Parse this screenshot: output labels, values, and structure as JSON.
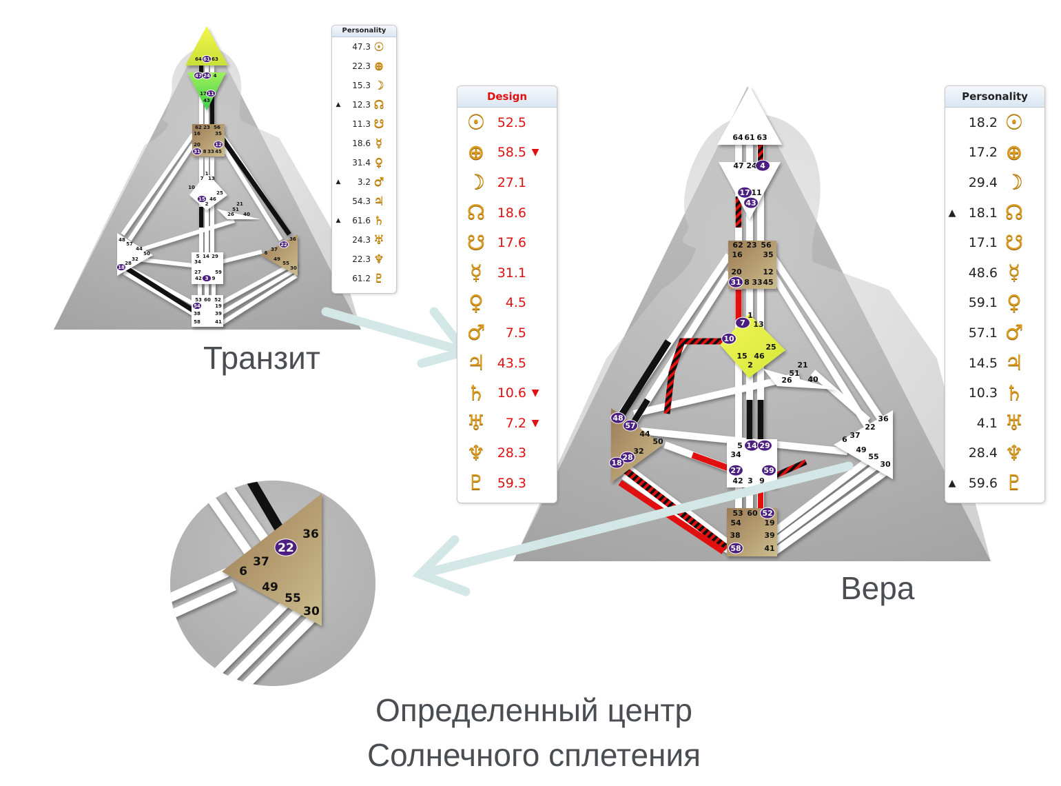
{
  "captions": {
    "transit": "Транзит",
    "vera": "Вера",
    "defined_center_line1": "Определенный центр",
    "defined_center_line2": "Солнечного сплетения"
  },
  "transit_personality": {
    "title": "Personality",
    "rows": [
      {
        "value": "47.3",
        "glyph": "☉",
        "mark": ""
      },
      {
        "value": "22.3",
        "glyph": "⊕",
        "mark": ""
      },
      {
        "value": "15.3",
        "glyph": "☽",
        "mark": ""
      },
      {
        "value": "12.3",
        "glyph": "☊",
        "mark": "▲"
      },
      {
        "value": "11.3",
        "glyph": "☋",
        "mark": ""
      },
      {
        "value": "18.6",
        "glyph": "☿",
        "mark": ""
      },
      {
        "value": "31.4",
        "glyph": "♀",
        "mark": ""
      },
      {
        "value": "3.2",
        "glyph": "♂",
        "mark": "▲"
      },
      {
        "value": "54.3",
        "glyph": "♃",
        "mark": ""
      },
      {
        "value": "61.6",
        "glyph": "♄",
        "mark": "▲"
      },
      {
        "value": "24.3",
        "glyph": "♅",
        "mark": ""
      },
      {
        "value": "22.3",
        "glyph": "♆",
        "mark": ""
      },
      {
        "value": "61.2",
        "glyph": "♇",
        "mark": ""
      }
    ]
  },
  "design": {
    "title": "Design",
    "rows": [
      {
        "value": "52.5",
        "glyph": "☉",
        "mark": ""
      },
      {
        "value": "58.5",
        "glyph": "⊕",
        "mark": "▼"
      },
      {
        "value": "27.1",
        "glyph": "☽",
        "mark": ""
      },
      {
        "value": "18.6",
        "glyph": "☊",
        "mark": ""
      },
      {
        "value": "17.6",
        "glyph": "☋",
        "mark": ""
      },
      {
        "value": "31.1",
        "glyph": "☿",
        "mark": ""
      },
      {
        "value": "4.5",
        "glyph": "♀",
        "mark": ""
      },
      {
        "value": "7.5",
        "glyph": "♂",
        "mark": ""
      },
      {
        "value": "43.5",
        "glyph": "♃",
        "mark": ""
      },
      {
        "value": "10.6",
        "glyph": "♄",
        "mark": "▼"
      },
      {
        "value": "7.2",
        "glyph": "♅",
        "mark": "▼"
      },
      {
        "value": "28.3",
        "glyph": "♆",
        "mark": ""
      },
      {
        "value": "59.3",
        "glyph": "♇",
        "mark": ""
      }
    ]
  },
  "personality": {
    "title": "Personality",
    "rows": [
      {
        "value": "18.2",
        "glyph": "☉",
        "mark": ""
      },
      {
        "value": "17.2",
        "glyph": "⊕",
        "mark": ""
      },
      {
        "value": "29.4",
        "glyph": "☽",
        "mark": ""
      },
      {
        "value": "18.1",
        "glyph": "☊",
        "mark": "▲"
      },
      {
        "value": "17.1",
        "glyph": "☋",
        "mark": ""
      },
      {
        "value": "48.6",
        "glyph": "☿",
        "mark": ""
      },
      {
        "value": "59.1",
        "glyph": "♀",
        "mark": ""
      },
      {
        "value": "57.1",
        "glyph": "♂",
        "mark": ""
      },
      {
        "value": "14.5",
        "glyph": "♃",
        "mark": ""
      },
      {
        "value": "10.3",
        "glyph": "♄",
        "mark": ""
      },
      {
        "value": "4.1",
        "glyph": "♅",
        "mark": ""
      },
      {
        "value": "28.4",
        "glyph": "♆",
        "mark": ""
      },
      {
        "value": "59.6",
        "glyph": "♇",
        "mark": "▲"
      }
    ]
  },
  "colors": {
    "defined_gold": "#b39a6a",
    "head_yellow": "#e8f040",
    "ajna_green": "#6ee05a",
    "g_yellow": "#e6f046",
    "activation_red": "#e01010",
    "activation_black": "#111111",
    "arrow_teal": "#d3e8e6",
    "highlight_purple": "#4b1f80"
  },
  "vera_gates": {
    "head": [
      "64",
      "61",
      "63"
    ],
    "ajna": [
      "47",
      "24",
      "4",
      "17",
      "11",
      "43"
    ],
    "throat": [
      "62",
      "23",
      "56",
      "16",
      "35",
      "20",
      "12",
      "31",
      "8",
      "33",
      "45"
    ],
    "g": [
      "1",
      "7",
      "13",
      "10",
      "25",
      "15",
      "46",
      "2"
    ],
    "heart": [
      "21",
      "51",
      "26",
      "40"
    ],
    "spleen": [
      "48",
      "57",
      "44",
      "50",
      "32",
      "28",
      "18"
    ],
    "sacral": [
      "5",
      "14",
      "29",
      "34",
      "27",
      "59",
      "42",
      "3",
      "9"
    ],
    "solar": [
      "36",
      "22",
      "6",
      "37",
      "49",
      "55",
      "30"
    ],
    "root": [
      "53",
      "60",
      "52",
      "54",
      "19",
      "38",
      "39",
      "58",
      "41"
    ]
  },
  "transit_gates": {
    "head": [
      "64",
      "61",
      "63"
    ],
    "ajna": [
      "47",
      "24",
      "4",
      "17",
      "11",
      "43"
    ],
    "throat": [
      "62",
      "23",
      "56",
      "16",
      "35",
      "20",
      "12",
      "31",
      "8",
      "33",
      "45"
    ],
    "g": [
      "1",
      "7",
      "13",
      "10",
      "25",
      "15",
      "46",
      "2"
    ],
    "heart": [
      "21",
      "51",
      "26",
      "40"
    ],
    "spleen": [
      "48",
      "57",
      "44",
      "50",
      "32",
      "28",
      "18"
    ],
    "sacral": [
      "5",
      "14",
      "29",
      "34",
      "27",
      "59",
      "42",
      "3",
      "9"
    ],
    "solar": [
      "36",
      "22",
      "6",
      "37",
      "49",
      "55",
      "30"
    ],
    "root": [
      "53",
      "60",
      "52",
      "54",
      "19",
      "38",
      "39",
      "58",
      "41"
    ]
  },
  "zoom_gates": [
    "36",
    "22",
    "6",
    "37",
    "49",
    "55",
    "30"
  ],
  "highlighted": {
    "vera": [
      "4",
      "17",
      "43",
      "31",
      "7",
      "10",
      "48",
      "57",
      "28",
      "18",
      "14",
      "29",
      "27",
      "59",
      "52",
      "58"
    ],
    "transit": [
      "61",
      "47",
      "24",
      "11",
      "12",
      "31",
      "15",
      "18",
      "22",
      "3",
      "54"
    ],
    "zoom": [
      "22"
    ]
  }
}
